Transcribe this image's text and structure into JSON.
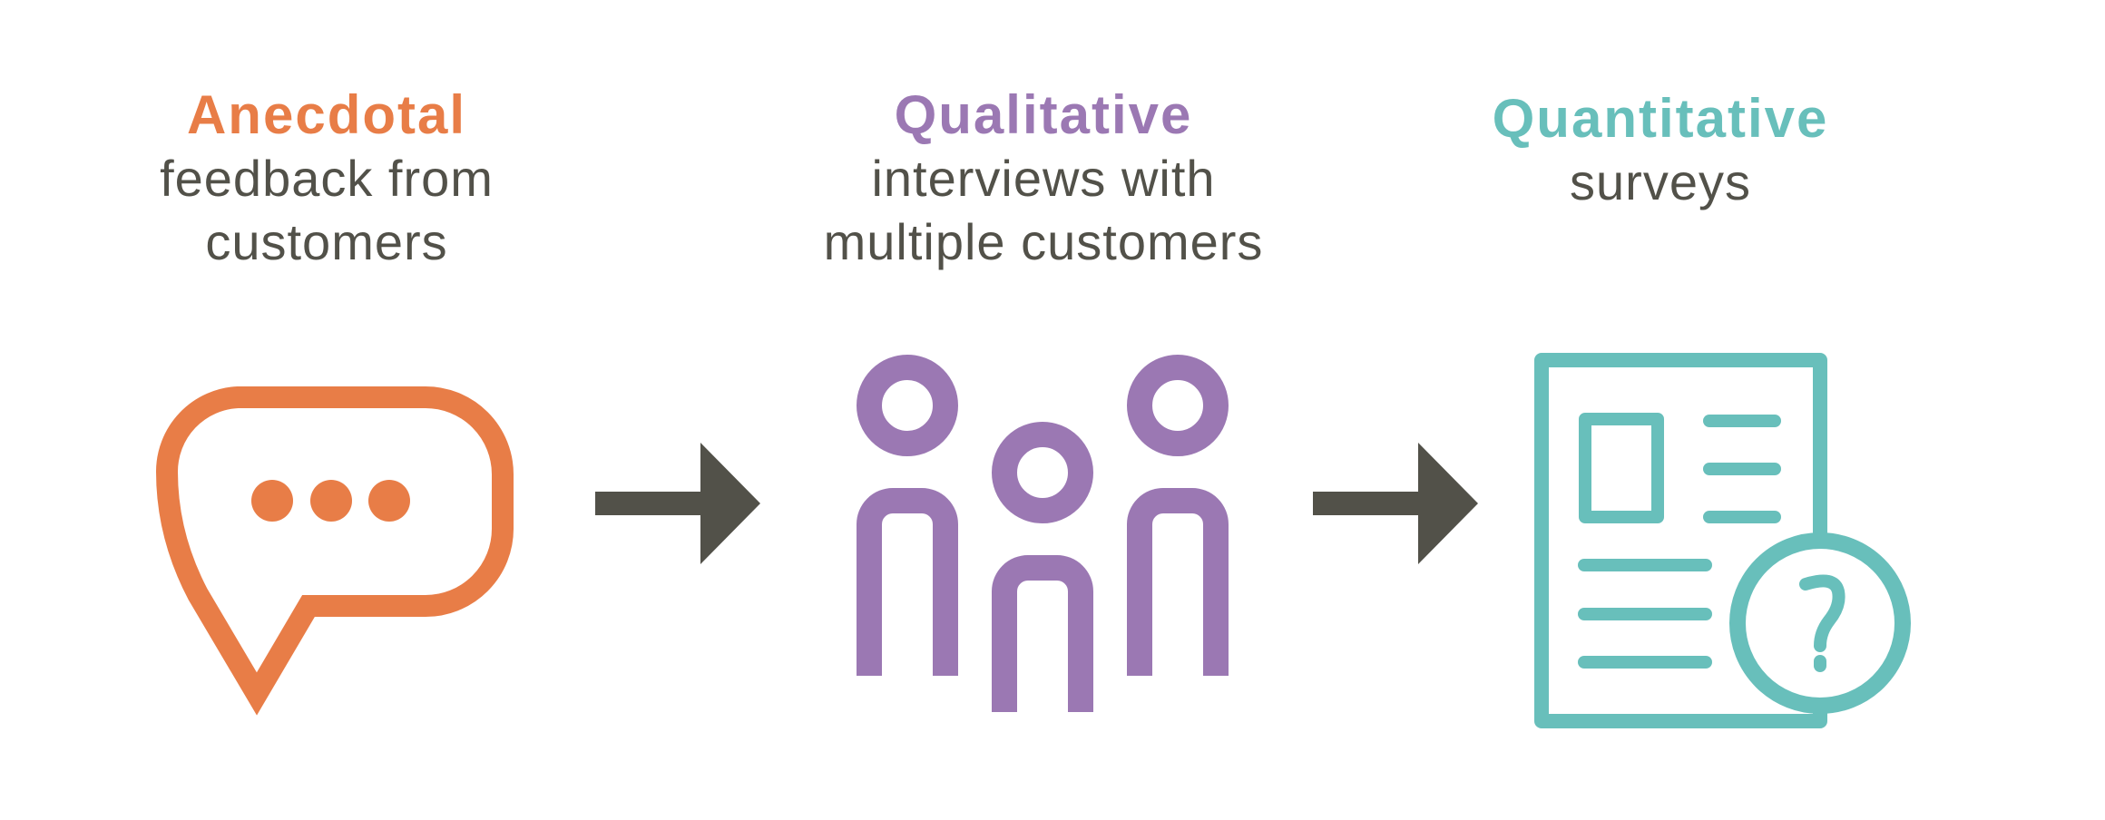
{
  "colors": {
    "anecdotal": "#e87d47",
    "qualitative": "#9b78b3",
    "quantitative": "#68bfbb",
    "text": "#525149",
    "arrow": "#525149"
  },
  "steps": [
    {
      "heading": "Anecdotal",
      "lines": [
        "feedback from",
        "customers"
      ],
      "icon": "speech-bubble-icon"
    },
    {
      "heading": "Qualitative",
      "lines": [
        "interviews with",
        "multiple customers"
      ],
      "icon": "people-group-icon"
    },
    {
      "heading": "Quantitative",
      "lines": [
        "surveys"
      ],
      "icon": "survey-document-question-icon"
    }
  ]
}
